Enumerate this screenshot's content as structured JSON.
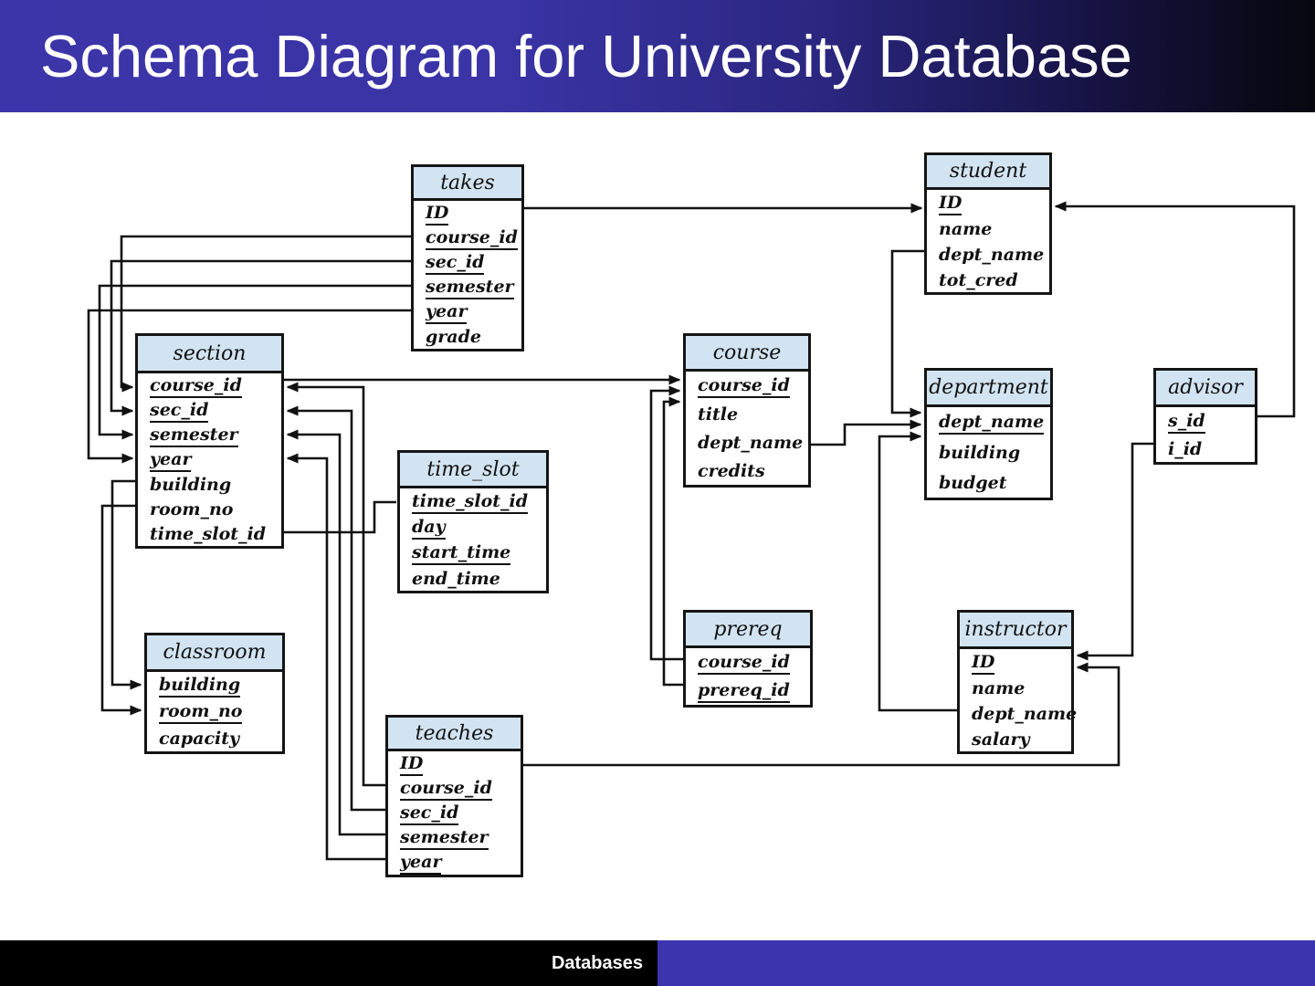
{
  "slide": {
    "title": "Schema Diagram for University Database",
    "footer": "Databases"
  },
  "colors": {
    "title_gradient_left": "#3b35a9",
    "title_gradient_right": "#070710",
    "table_header_fill": "#d2e4f1",
    "table_border": "#151515",
    "wire": "#111111",
    "footer_black": "#000000",
    "footer_blue": "#3b34ae"
  },
  "tables": [
    {
      "name": "takes",
      "attributes": [
        {
          "label": "ID",
          "underlined": true
        },
        {
          "label": "course_id",
          "underlined": true
        },
        {
          "label": "sec_id",
          "underlined": true
        },
        {
          "label": "semester",
          "underlined": true
        },
        {
          "label": "year",
          "underlined": true
        },
        {
          "label": "grade",
          "underlined": false
        }
      ]
    },
    {
      "name": "student",
      "attributes": [
        {
          "label": "ID",
          "underlined": true
        },
        {
          "label": "name",
          "underlined": false
        },
        {
          "label": "dept_name",
          "underlined": false
        },
        {
          "label": "tot_cred",
          "underlined": false
        }
      ]
    },
    {
      "name": "section",
      "attributes": [
        {
          "label": "course_id",
          "underlined": true
        },
        {
          "label": "sec_id",
          "underlined": true
        },
        {
          "label": "semester",
          "underlined": true
        },
        {
          "label": "year",
          "underlined": true
        },
        {
          "label": "building",
          "underlined": false
        },
        {
          "label": "room_no",
          "underlined": false
        },
        {
          "label": "time_slot_id",
          "underlined": false
        }
      ]
    },
    {
      "name": "course",
      "attributes": [
        {
          "label": "course_id",
          "underlined": true
        },
        {
          "label": "title",
          "underlined": false
        },
        {
          "label": "dept_name",
          "underlined": false
        },
        {
          "label": "credits",
          "underlined": false
        }
      ]
    },
    {
      "name": "department",
      "attributes": [
        {
          "label": "dept_name",
          "underlined": true
        },
        {
          "label": "building",
          "underlined": false
        },
        {
          "label": "budget",
          "underlined": false
        }
      ]
    },
    {
      "name": "advisor",
      "attributes": [
        {
          "label": "s_id",
          "underlined": true
        },
        {
          "label": "i_id",
          "underlined": false
        }
      ]
    },
    {
      "name": "time_slot",
      "attributes": [
        {
          "label": "time_slot_id",
          "underlined": true
        },
        {
          "label": "day",
          "underlined": true
        },
        {
          "label": "start_time",
          "underlined": true
        },
        {
          "label": "end_time",
          "underlined": false
        }
      ]
    },
    {
      "name": "prereq",
      "attributes": [
        {
          "label": "course_id",
          "underlined": true
        },
        {
          "label": "prereq_id",
          "underlined": true
        }
      ]
    },
    {
      "name": "classroom",
      "attributes": [
        {
          "label": "building",
          "underlined": true
        },
        {
          "label": "room_no",
          "underlined": true
        },
        {
          "label": "capacity",
          "underlined": false
        }
      ]
    },
    {
      "name": "teaches",
      "attributes": [
        {
          "label": "ID",
          "underlined": true
        },
        {
          "label": "course_id",
          "underlined": true
        },
        {
          "label": "sec_id",
          "underlined": true
        },
        {
          "label": "semester",
          "underlined": true
        },
        {
          "label": "year",
          "underlined": true
        }
      ]
    },
    {
      "name": "instructor",
      "attributes": [
        {
          "label": "ID",
          "underlined": true
        },
        {
          "label": "name",
          "underlined": false
        },
        {
          "label": "dept_name",
          "underlined": false
        },
        {
          "label": "salary",
          "underlined": false
        }
      ]
    }
  ],
  "connections": [
    {
      "id": "c1",
      "from": "takes.ID",
      "to": "student.ID",
      "arrow": true
    },
    {
      "id": "c2",
      "from": "takes.course_id",
      "to": "section.course_id",
      "arrow": true
    },
    {
      "id": "c3",
      "from": "takes.sec_id",
      "to": "section.sec_id",
      "arrow": true
    },
    {
      "id": "c4",
      "from": "takes.semester",
      "to": "section.semester",
      "arrow": true
    },
    {
      "id": "c5",
      "from": "takes.year",
      "to": "section.year",
      "arrow": true
    },
    {
      "id": "c6",
      "from": "advisor.s_id",
      "to": "student.ID",
      "arrow": true
    },
    {
      "id": "c7",
      "from": "student.dept_name",
      "to": "department.dept_name",
      "arrow": true
    },
    {
      "id": "c8",
      "from": "course.dept_name",
      "to": "department.dept_name",
      "arrow": true
    },
    {
      "id": "c9",
      "from": "instructor.dept_name",
      "to": "department.dept_name",
      "arrow": true
    },
    {
      "id": "c10",
      "from": "advisor.i_id",
      "to": "instructor.ID",
      "arrow": true
    },
    {
      "id": "c11",
      "from": "teaches.ID",
      "to": "instructor.ID",
      "arrow": true
    },
    {
      "id": "c12",
      "from": "teaches.course_id",
      "to": "section.course_id",
      "arrow": true
    },
    {
      "id": "c13",
      "from": "teaches.sec_id",
      "to": "section.sec_id",
      "arrow": true
    },
    {
      "id": "c14",
      "from": "teaches.semester",
      "to": "section.semester",
      "arrow": true
    },
    {
      "id": "c15",
      "from": "teaches.year",
      "to": "section.year",
      "arrow": true
    },
    {
      "id": "c16",
      "from": "section.course_id",
      "to": "course.course_id",
      "arrow": true
    },
    {
      "id": "c17",
      "from": "prereq.course_id",
      "to": "course.course_id",
      "arrow": true
    },
    {
      "id": "c18",
      "from": "prereq.prereq_id",
      "to": "course.course_id",
      "arrow": true
    },
    {
      "id": "c19",
      "from": "section.building",
      "to": "classroom.building",
      "arrow": true
    },
    {
      "id": "c20",
      "from": "section.room_no",
      "to": "classroom.room_no",
      "arrow": true
    },
    {
      "id": "c21",
      "from": "section.time_slot_id",
      "to": "time_slot.time_slot_id",
      "arrow": false
    }
  ]
}
